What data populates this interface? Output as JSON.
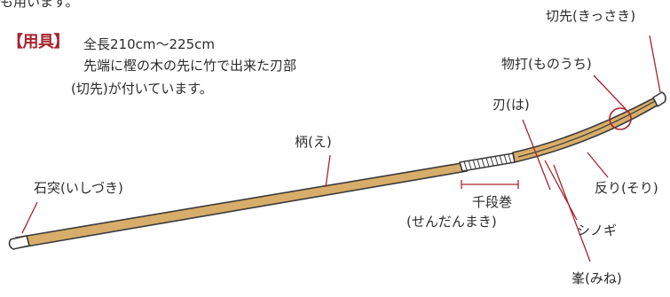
{
  "top_fragment": "も用います。",
  "equipment": {
    "tag": "【用具】",
    "lines": [
      "全長210cm〜225cm",
      "先端に樫の木の先に竹で出来た刃部",
      "(切先)が付いています。"
    ]
  },
  "labels": {
    "kissaki": "切先(きっさき)",
    "monouchi": "物打(ものうち)",
    "ha": "刃(は)",
    "e": "柄(え)",
    "ishizuki": "石突(いしづき)",
    "sendanmaki_1": "千段巻",
    "sendanmaki_2": "(せんだんまき)",
    "sori": "反り(そり)",
    "shinogi": "シノギ",
    "mine": "峯(みね)"
  },
  "colors": {
    "accent": "#a8232e",
    "wood": "#d7ad6a",
    "outline": "#3a3a3a",
    "leader": "#a8232e"
  }
}
